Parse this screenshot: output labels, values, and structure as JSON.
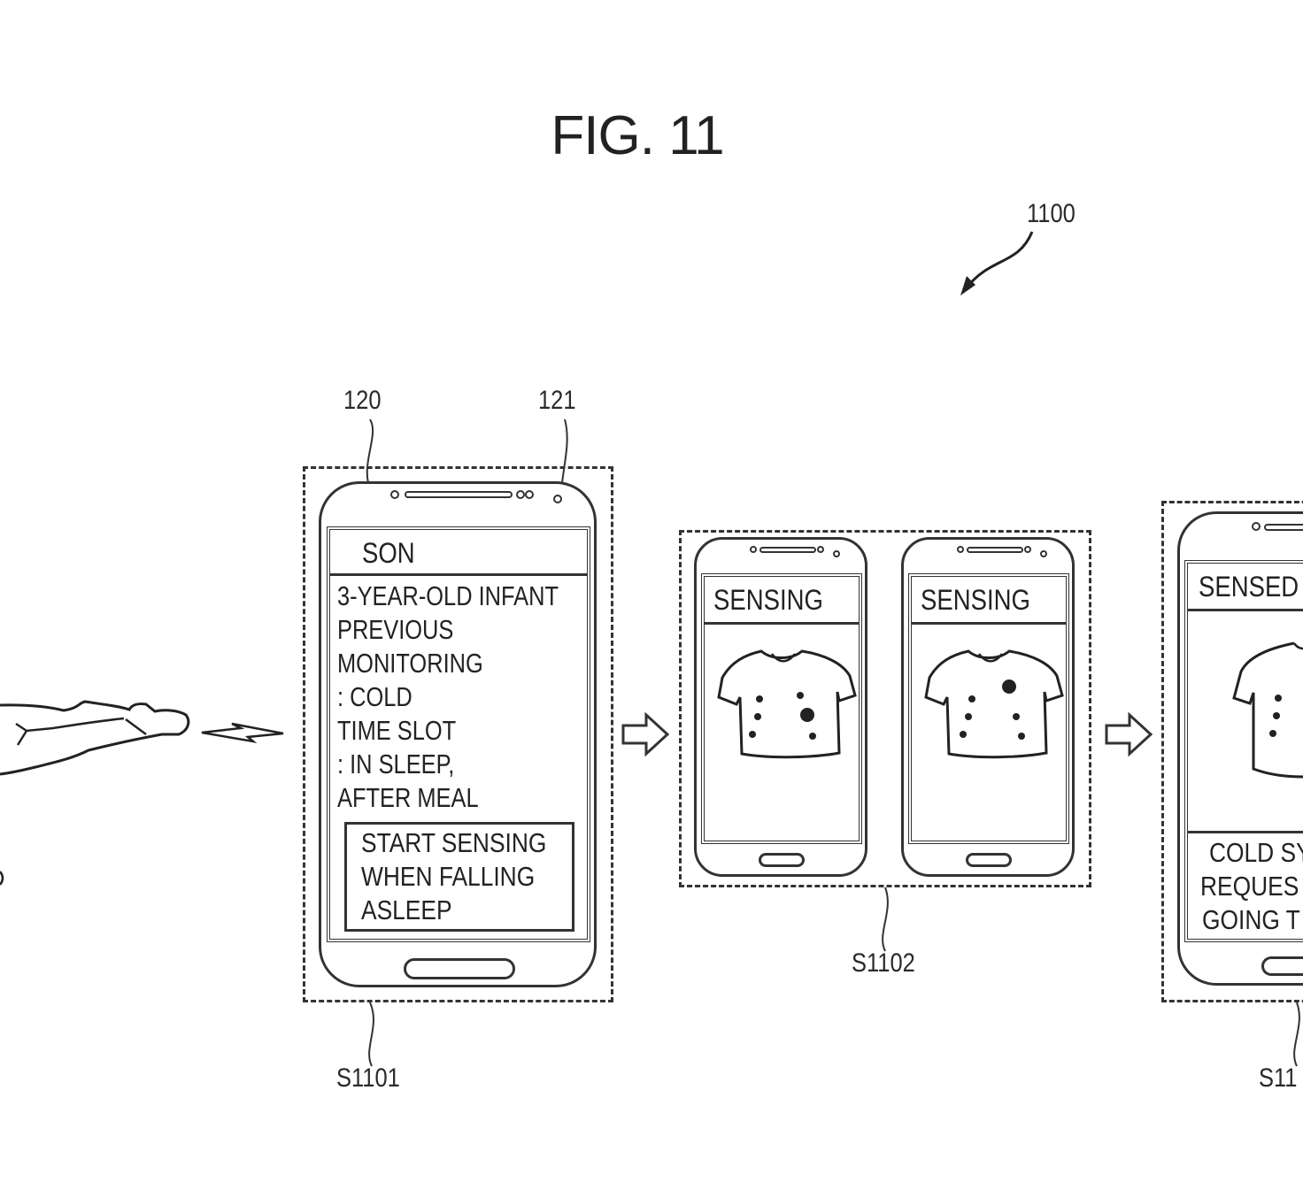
{
  "figure": {
    "title": "FIG. 11",
    "reference": "1100"
  },
  "person": {
    "description": "infant lying asleep",
    "signal_icon": "lightning-bolt-icon"
  },
  "step_1101": {
    "step_label": "S1101",
    "device_ref": "120",
    "screen_ref": "121",
    "header": "SON",
    "info_lines": [
      "3-YEAR-OLD INFANT",
      "PREVIOUS",
      "MONITORING",
      ": COLD",
      "TIME SLOT",
      ": IN SLEEP,",
      "AFTER MEAL"
    ],
    "action_button_lines": [
      "START SENSING",
      "WHEN FALLING",
      "ASLEEP"
    ]
  },
  "step_1102": {
    "step_label": "S1102",
    "phones": [
      {
        "header": "SENSING",
        "image": "t-shirt-with-sensor-dots"
      },
      {
        "header": "SENSING",
        "image": "t-shirt-with-sensor-dots"
      }
    ]
  },
  "step_1103": {
    "step_label": "S11",
    "header": "SENSED",
    "message_lines": [
      "COLD SY",
      "REQUES",
      "GOING T"
    ]
  },
  "arrows": {
    "icon": "hollow-right-arrow-icon"
  }
}
